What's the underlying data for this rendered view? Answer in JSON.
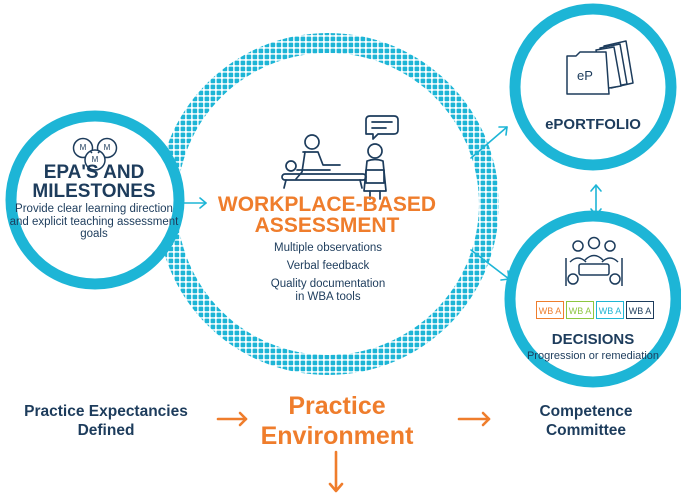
{
  "left_node": {
    "title_line1": "EPA'S AND",
    "title_line2": "MILESTONES",
    "description": "Provide clear learning direction and explicit teaching assessment goals",
    "icon_letters": [
      "M",
      "M",
      "M"
    ]
  },
  "center_node": {
    "title_line1": "WORKPLACE-BASED",
    "title_line2": "ASSESSMENT",
    "points": [
      "Multiple observations",
      "Verbal feedback",
      "Quality documentation in WBA tools"
    ]
  },
  "eportfolio_node": {
    "title": "ePORTFOLIO",
    "icon_text": "eP"
  },
  "decisions_node": {
    "title": "DECISIONS",
    "description": "Progression or remediation",
    "tags": [
      "WB A",
      "WB A",
      "WB A",
      "WB A"
    ]
  },
  "bottom_row": {
    "left": "Practice Expectancies Defined",
    "middle": "Practice Environment",
    "right": "Competence Committee"
  },
  "colors": {
    "cyan": "#1db5d6",
    "navy": "#1d3c5c",
    "orange": "#ef7d2c",
    "tag_colors": [
      "#ef7d2c",
      "#8cc63f",
      "#1db5d6",
      "#1d3c5c"
    ]
  }
}
